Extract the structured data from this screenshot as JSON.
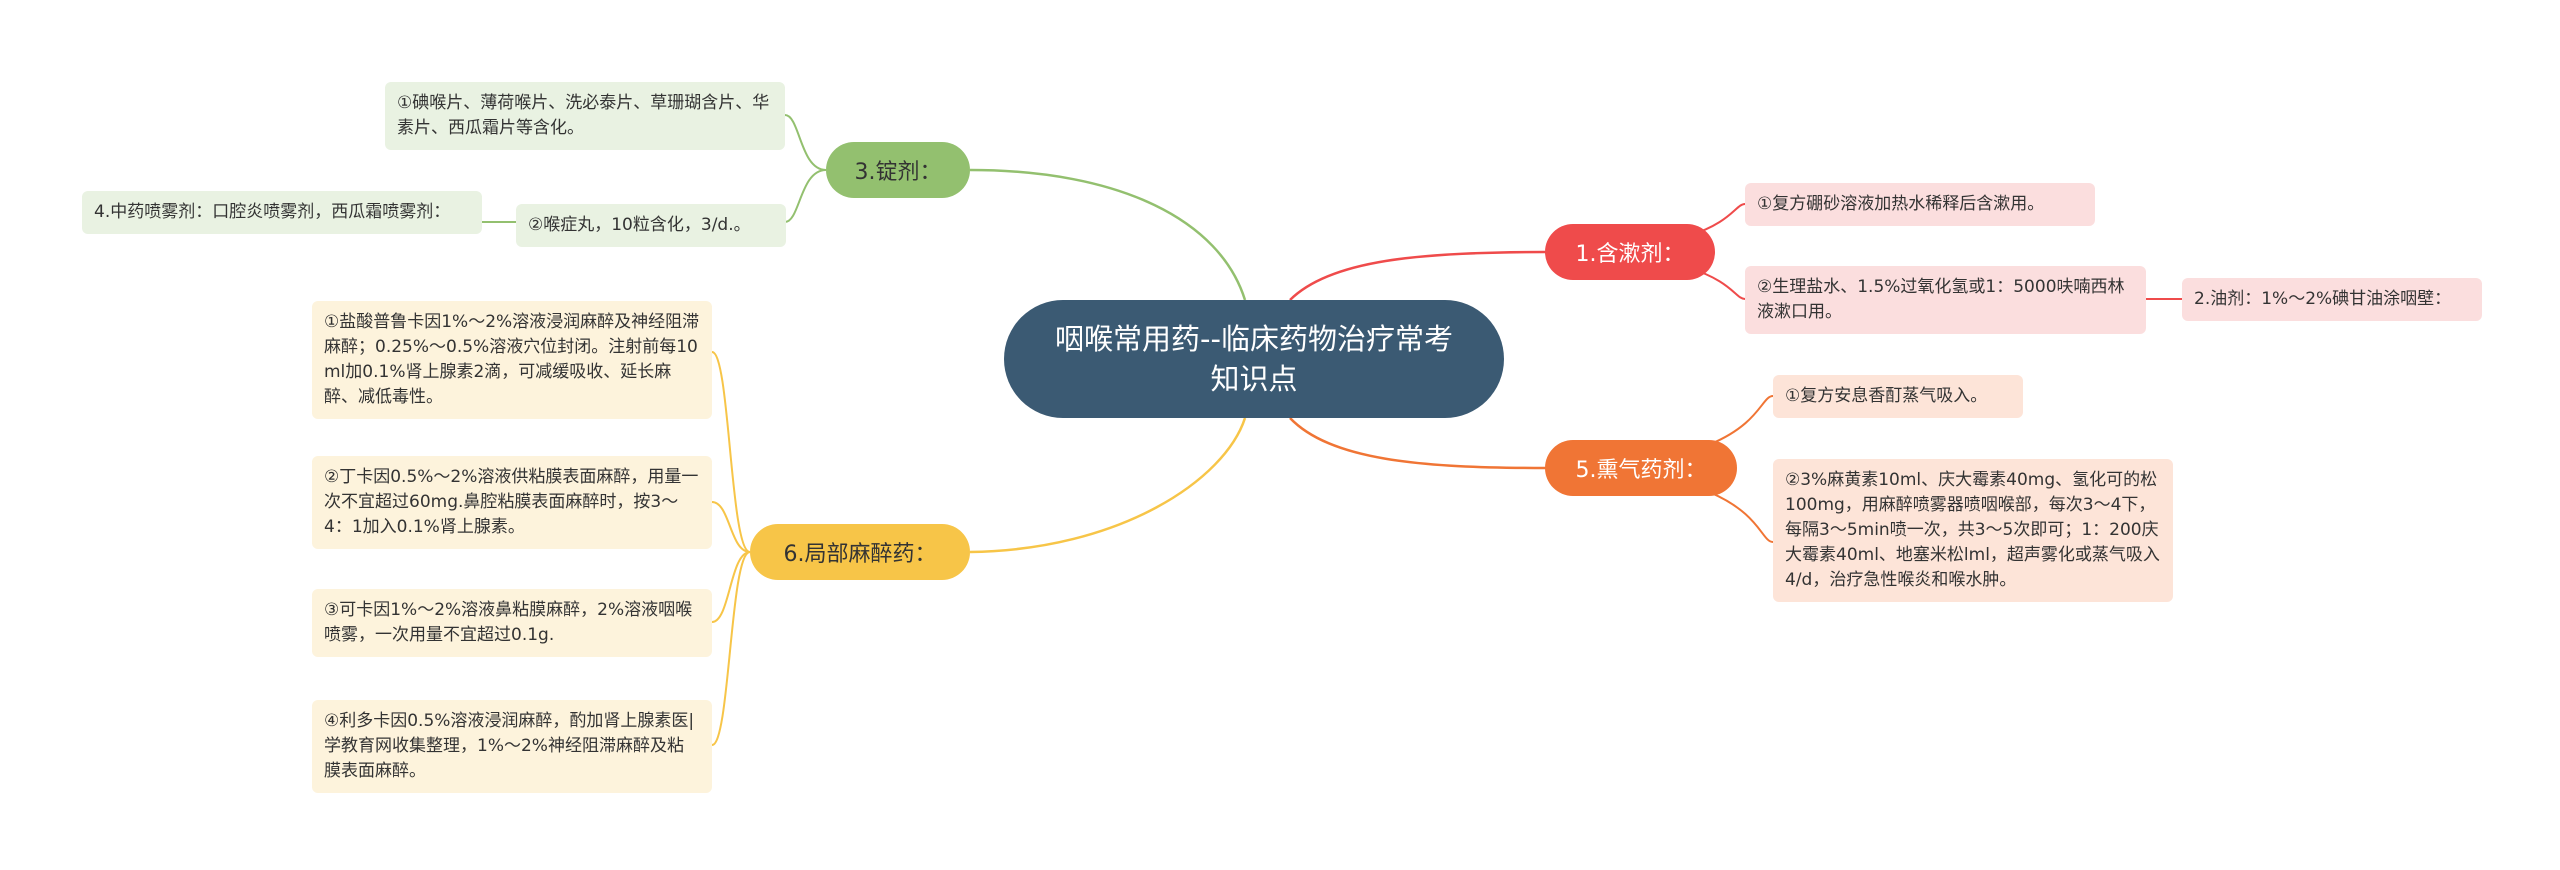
{
  "root": {
    "title": "咽喉常用药--临床药物治疗常考知识点"
  },
  "branches": {
    "tablets": {
      "label": "3.锭剂：",
      "items": [
        "①碘喉片、薄荷喉片、洗必泰片、草珊瑚含片、华素片、西瓜霜片等含化。",
        "②喉症丸，10粒含化，3/d.。"
      ],
      "sub_item": "4.中药喷雾剂：口腔炎喷雾剂，西瓜霜喷雾剂："
    },
    "gargle": {
      "label": "1.含漱剂：",
      "items": [
        "①复方硼砂溶液加热水稀释后含漱用。",
        "②生理盐水、1.5%过氧化氢或1：5000呋喃西林液漱口用。"
      ],
      "sub_item": "2.油剂：1%～2%碘甘油涂咽壁："
    },
    "vapor": {
      "label": "5.熏气药剂：",
      "items": [
        "①复方安息香酊蒸气吸入。",
        "②3%麻黄素10ml、庆大霉素40mg、氢化可的松100mg，用麻醉喷雾器喷咽喉部，每次3～4下，每隔3～5min喷一次，共3～5次即可；1：200庆大霉素40ml、地塞米松lml，超声雾化或蒸气吸入4/d，治疗急性喉炎和喉水肿。"
      ]
    },
    "anesthesia": {
      "label": "6.局部麻醉药：",
      "items": [
        "①盐酸普鲁卡因1%～2%溶液浸润麻醉及神经阻滞麻醉；0.25%～0.5%溶液穴位封闭。注射前每10ml加0.1%肾上腺素2滴，可减缓吸收、延长麻醉、减低毒性。",
        "②丁卡因0.5%～2%溶液供粘膜表面麻醉，用量一次不宜超过60mg.鼻腔粘膜表面麻醉时，按3～4：1加入0.1%肾上腺素。",
        "③可卡因1%～2%溶液鼻粘膜麻醉，2%溶液咽喉喷雾，一次用量不宜超过0.1g.",
        "④利多卡因0.5%溶液浸润麻醉，酌加肾上腺素医|学教育网收集整理，1%～2%神经阻滞麻醉及粘膜表面麻醉。"
      ]
    }
  },
  "colors": {
    "root": "#3b5a73",
    "green": "#93c06f",
    "red": "#ef4b4b",
    "orange": "#f07535",
    "yellow": "#f7c548"
  }
}
